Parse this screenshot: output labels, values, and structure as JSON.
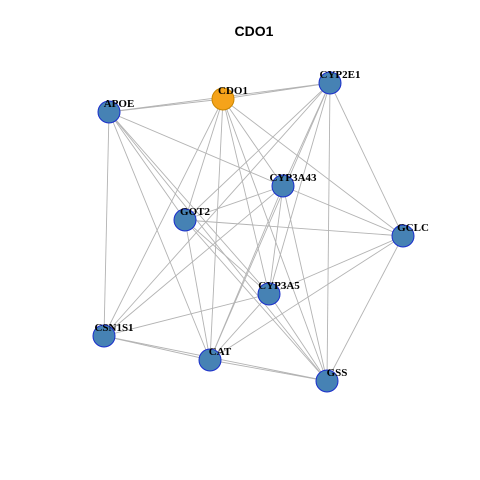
{
  "title": "CDO1",
  "colors": {
    "node_fill": "#4682B4",
    "node_stroke": "#1a2ecc",
    "focus_fill": "#F5A31A",
    "focus_stroke": "#c98500",
    "edge": "#b3b3b3"
  },
  "nodes": [
    {
      "id": "CDO1",
      "label": "CDO1",
      "focus": true
    },
    {
      "id": "CYP2E1",
      "label": "CYP2E1"
    },
    {
      "id": "APOE",
      "label": "APOE"
    },
    {
      "id": "CYP3A43",
      "label": "CYP3A43"
    },
    {
      "id": "GOT2",
      "label": "GOT2"
    },
    {
      "id": "GCLC",
      "label": "GCLC"
    },
    {
      "id": "CYP3A5",
      "label": "CYP3A5"
    },
    {
      "id": "CSN1S1",
      "label": "CSN1S1"
    },
    {
      "id": "CAT",
      "label": "CAT"
    },
    {
      "id": "GSS",
      "label": "GSS"
    }
  ],
  "edges": [
    [
      "CDO1",
      "APOE"
    ],
    [
      "CDO1",
      "CYP2E1"
    ],
    [
      "CDO1",
      "GOT2"
    ],
    [
      "CDO1",
      "CYP3A43"
    ],
    [
      "CDO1",
      "CYP3A5"
    ],
    [
      "CDO1",
      "CSN1S1"
    ],
    [
      "CDO1",
      "CAT"
    ],
    [
      "CDO1",
      "GSS"
    ],
    [
      "CDO1",
      "GCLC"
    ],
    [
      "APOE",
      "CYP2E1"
    ],
    [
      "APOE",
      "GOT2"
    ],
    [
      "APOE",
      "CYP3A43"
    ],
    [
      "APOE",
      "CYP3A5"
    ],
    [
      "APOE",
      "CSN1S1"
    ],
    [
      "APOE",
      "CAT"
    ],
    [
      "APOE",
      "GSS"
    ],
    [
      "CYP2E1",
      "GOT2"
    ],
    [
      "CYP2E1",
      "CYP3A43"
    ],
    [
      "CYP2E1",
      "GCLC"
    ],
    [
      "CYP2E1",
      "CYP3A5"
    ],
    [
      "CYP2E1",
      "CSN1S1"
    ],
    [
      "CYP2E1",
      "CAT"
    ],
    [
      "CYP2E1",
      "GSS"
    ],
    [
      "CYP3A43",
      "GOT2"
    ],
    [
      "CYP3A43",
      "GCLC"
    ],
    [
      "CYP3A43",
      "CYP3A5"
    ],
    [
      "CYP3A43",
      "CAT"
    ],
    [
      "CYP3A43",
      "GSS"
    ],
    [
      "CYP3A43",
      "CSN1S1"
    ],
    [
      "GOT2",
      "GCLC"
    ],
    [
      "GOT2",
      "CYP3A5"
    ],
    [
      "GOT2",
      "CAT"
    ],
    [
      "GOT2",
      "GSS"
    ],
    [
      "GCLC",
      "CYP3A5"
    ],
    [
      "GCLC",
      "CAT"
    ],
    [
      "GCLC",
      "GSS"
    ],
    [
      "CYP3A5",
      "CSN1S1"
    ],
    [
      "CYP3A5",
      "CAT"
    ],
    [
      "CYP3A5",
      "GSS"
    ],
    [
      "CSN1S1",
      "CAT"
    ],
    [
      "CSN1S1",
      "GSS"
    ],
    [
      "CAT",
      "GSS"
    ]
  ]
}
